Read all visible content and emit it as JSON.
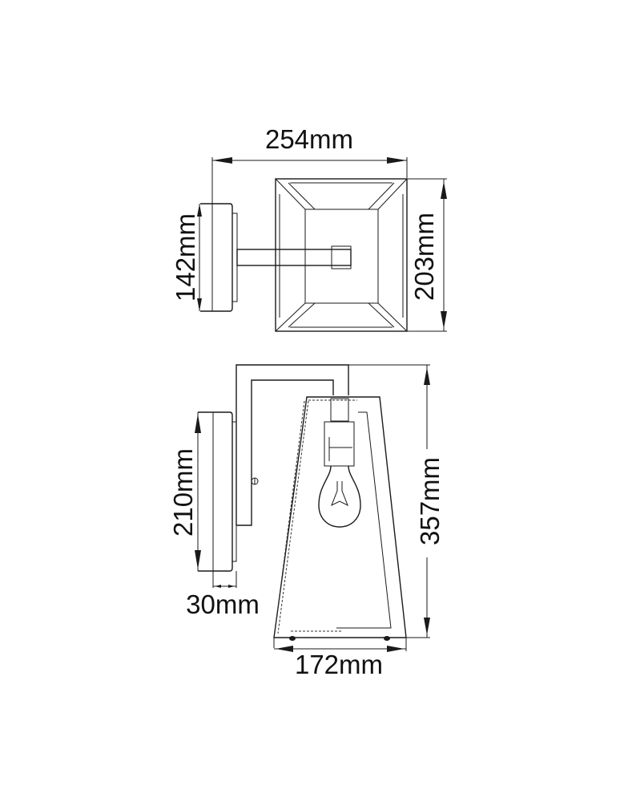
{
  "top_view": {
    "width_label": "254mm",
    "backplate_height_label": "142mm",
    "shade_height_label": "203mm"
  },
  "side_view": {
    "backplate_height_label": "210mm",
    "backplate_depth_label": "30mm",
    "overall_height_label": "357mm",
    "shade_width_label": "172mm"
  },
  "colors": {
    "line": "#1a1a1a",
    "background": "#ffffff"
  }
}
